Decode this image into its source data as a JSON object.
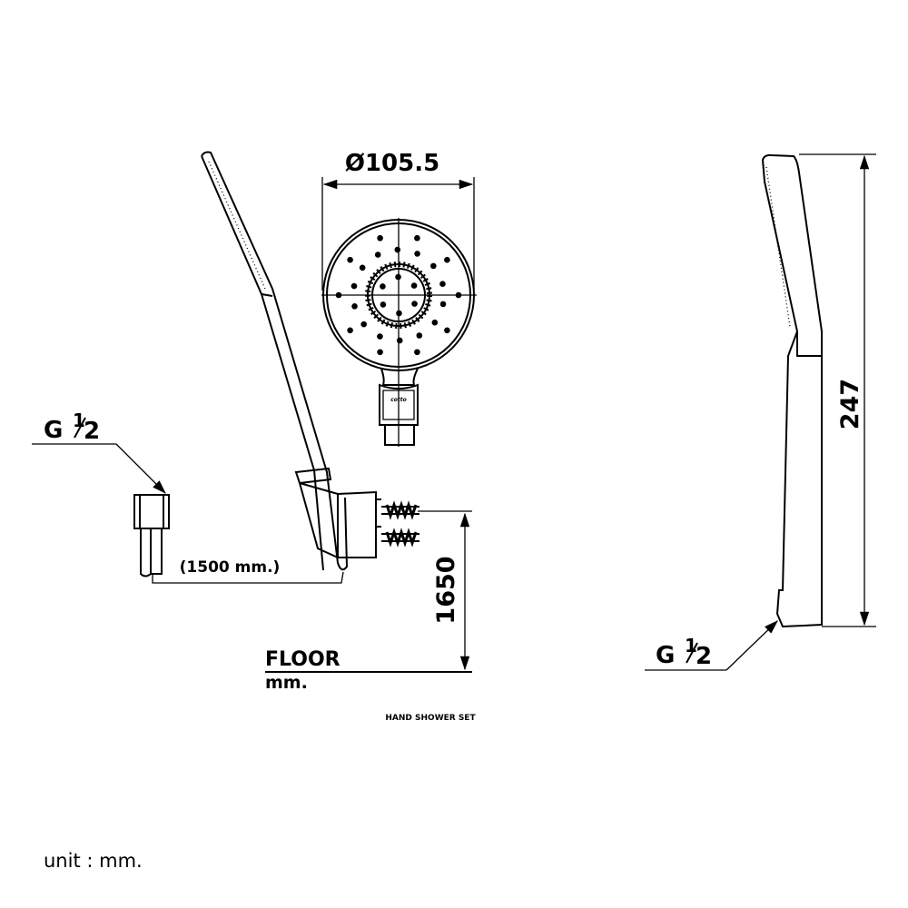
{
  "diameter_label": "Ø105.5",
  "inlet_label_left": {
    "g": "G",
    "num": "1",
    "den": "2"
  },
  "inlet_label_right": {
    "g": "G",
    "num": "1",
    "den": "2"
  },
  "hose_length": "(1500 mm.)",
  "mount_height": "1650",
  "floor_label": "FLOOR",
  "floor_unit": "mm.",
  "handset_length": "247",
  "title": "HAND SHOWER SET",
  "logo_text": "cotto",
  "unit_note": "unit : mm."
}
